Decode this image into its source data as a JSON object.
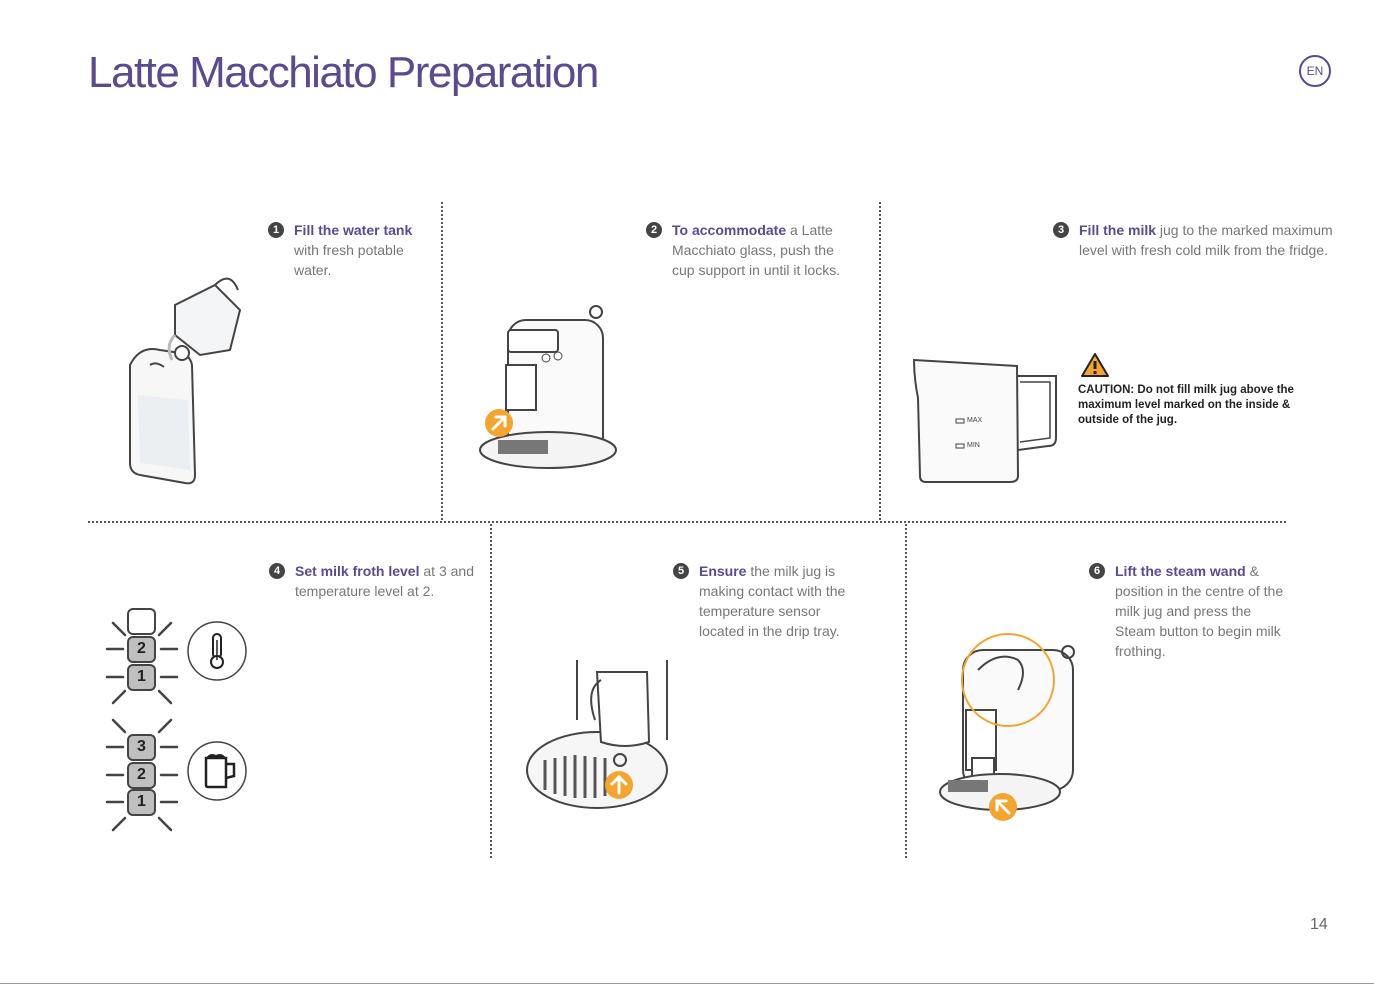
{
  "header": {
    "title": "Latte Macchiato Preparation",
    "language_badge": "EN"
  },
  "steps": [
    {
      "number": "1",
      "lead": "Fill the water tank",
      "text": " with fresh potable water."
    },
    {
      "number": "2",
      "lead": "To accommodate",
      "text": " a Latte Macchiato glass, push the cup support in until it locks."
    },
    {
      "number": "3",
      "lead": "Fill the milk",
      "text": " jug to the marked maximum level with fresh cold milk from the fridge."
    },
    {
      "number": "4",
      "lead": "Set milk froth level",
      "text": " at 3 and temperature level at 2."
    },
    {
      "number": "5",
      "lead": "Ensure",
      "text": " the milk jug is making contact with the temperature sensor located in the drip tray."
    },
    {
      "number": "6",
      "lead": "Lift the steam wand",
      "text": " & position in the centre of the milk jug and press the Steam button to begin milk frothing."
    }
  ],
  "caution": {
    "text": "CAUTION: Do not fill milk jug above the maximum level marked on the inside & outside of the jug."
  },
  "jug_labels": {
    "max": "MAX",
    "min": "MIN"
  },
  "temperature_levels": [
    "2",
    "1"
  ],
  "froth_levels": [
    "3",
    "2",
    "1"
  ],
  "colors": {
    "accent": "#5b4a8f",
    "arrow": "#f3a530"
  },
  "footer": {
    "page_number": "14"
  }
}
